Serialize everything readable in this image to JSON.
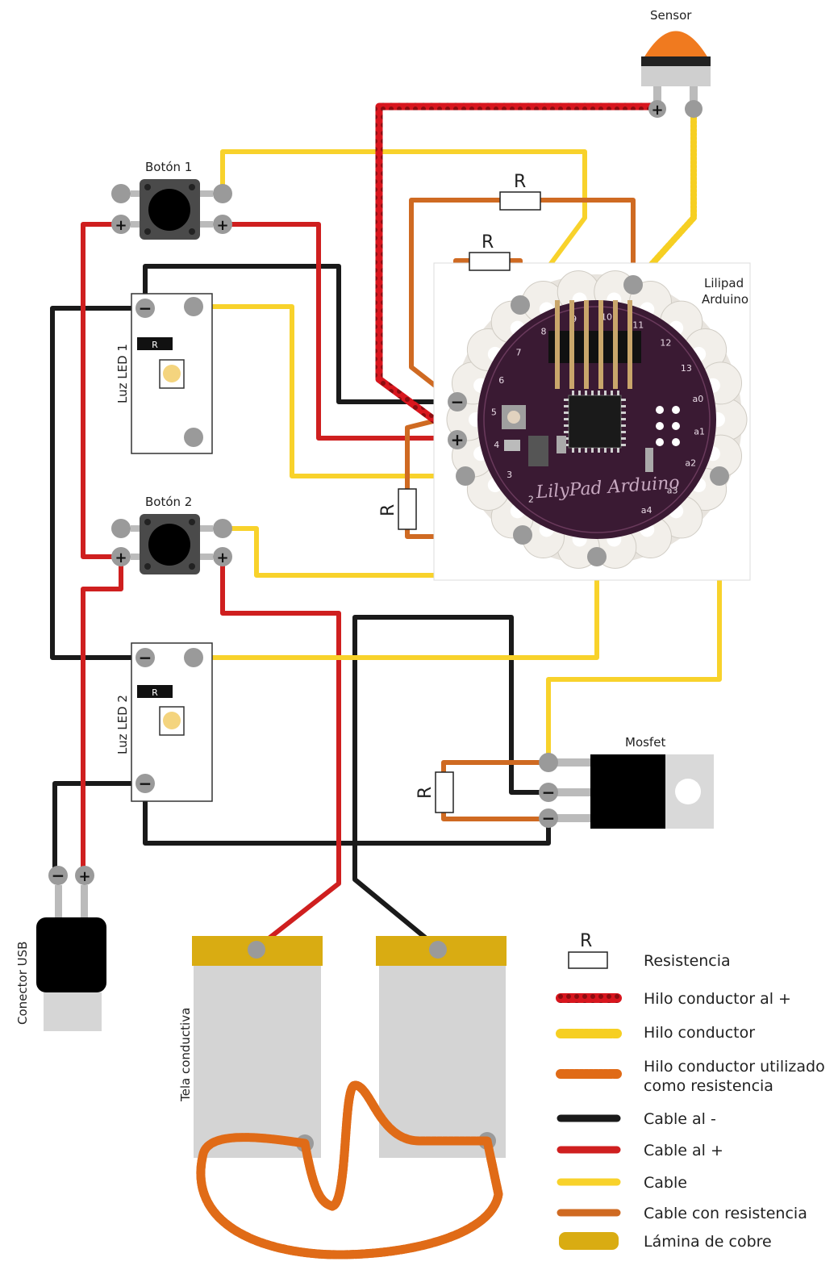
{
  "labels": {
    "sensor": "Sensor",
    "button1": "Botón 1",
    "button2": "Botón 2",
    "led1": "Luz LED 1",
    "led2": "Luz LED 2",
    "lilypad_line1": "Lilipad",
    "lilypad_line2": "Arduino",
    "lilypad_silk": "LilyPad Arduino",
    "mosfet": "Mosfet",
    "usb": "Conector USB",
    "fabric": "Tela conductiva",
    "resistor": "R",
    "plus": "+",
    "minus": "−"
  },
  "pin_numbers": [
    "2",
    "3",
    "4",
    "5",
    "6",
    "7",
    "8",
    "9",
    "10",
    "11",
    "12",
    "13",
    "a0",
    "a1",
    "a2",
    "a3",
    "a4"
  ],
  "legend": [
    {
      "key": "resistor",
      "label": "Resistencia"
    },
    {
      "key": "thread-red",
      "label": "Hilo conductor al +",
      "color": "#d8161e"
    },
    {
      "key": "thread-yellow",
      "label": "Hilo conductor",
      "color": "#f6cf22"
    },
    {
      "key": "thread-orange",
      "label": "Hilo conductor utilizado",
      "label2": "como resistencia",
      "color": "#e06b17"
    },
    {
      "key": "cable-black",
      "label": "Cable al -",
      "color": "#1a1a1a"
    },
    {
      "key": "cable-red",
      "label": "Cable al +",
      "color": "#cf1f1f"
    },
    {
      "key": "cable-yellow",
      "label": "Cable",
      "color": "#f8d22b"
    },
    {
      "key": "cable-orange",
      "label": "Cable con resistencia",
      "color": "#cf6a22"
    },
    {
      "key": "copper",
      "label": "Lámina de cobre",
      "color": "#d9ac12"
    }
  ]
}
